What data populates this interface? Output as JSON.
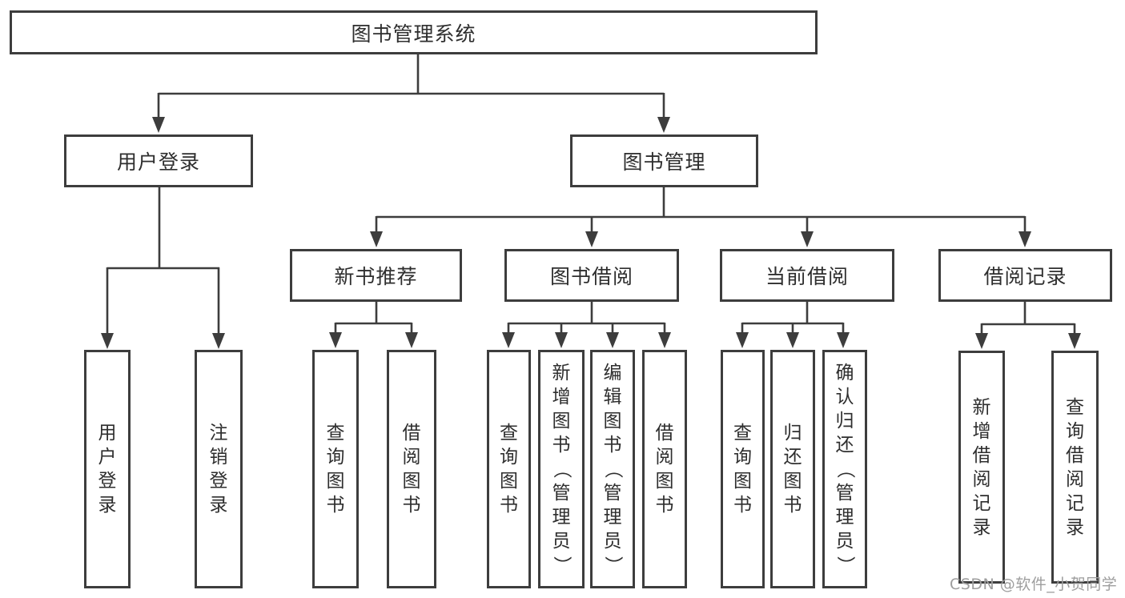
{
  "colors": {
    "line": "#3d3d3d",
    "text": "#2e2e2e",
    "watermark": "#9e9e9e",
    "background": "#ffffff"
  },
  "watermark": {
    "text": "CSDN @软件_小贺同学"
  },
  "tree": {
    "label": "图书管理系统",
    "children": [
      {
        "label": "用户登录",
        "children": [
          {
            "label": "用户登录"
          },
          {
            "label": "注销登录"
          }
        ]
      },
      {
        "label": "图书管理",
        "children": [
          {
            "label": "新书推荐",
            "children": [
              {
                "label": "查询图书"
              },
              {
                "label": "借阅图书"
              }
            ]
          },
          {
            "label": "图书借阅",
            "children": [
              {
                "label": "查询图书"
              },
              {
                "label": "新增图书（管理员）"
              },
              {
                "label": "编辑图书（管理员）"
              },
              {
                "label": "借阅图书"
              }
            ]
          },
          {
            "label": "当前借阅",
            "children": [
              {
                "label": "查询图书"
              },
              {
                "label": "归还图书"
              },
              {
                "label": "确认归还（管理员）"
              }
            ]
          },
          {
            "label": "借阅记录",
            "children": [
              {
                "label": "新增借阅记录"
              },
              {
                "label": "查询借阅记录"
              }
            ]
          }
        ]
      }
    ]
  }
}
